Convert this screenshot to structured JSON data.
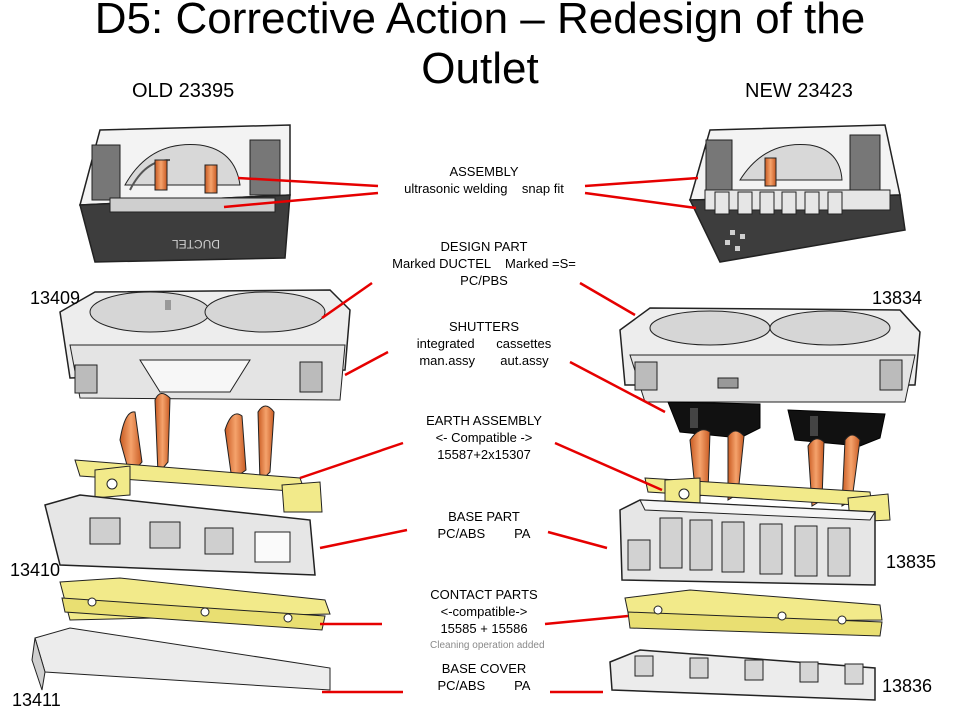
{
  "title": "D5: Corrective Action – Redesign of the\nOutlet",
  "old_label": "OLD 23395",
  "new_label": "NEW 23423",
  "part_numbers": {
    "old_top": "13409",
    "old_mid": "13410",
    "old_bottom": "13411",
    "new_top": "13834",
    "new_mid": "13835",
    "new_bottom": "13836"
  },
  "labels": {
    "assembly": {
      "heading": "ASSEMBLY",
      "line1": "ultrasonic welding    snap fit"
    },
    "design_part": {
      "heading": "DESIGN PART",
      "line1": "Marked DUCTEL    Marked =S=",
      "line2": "PC/PBS"
    },
    "shutters": {
      "heading": "SHUTTERS",
      "line1": "integrated      cassettes",
      "line2": "man.assy       aut.assy"
    },
    "earth_assembly": {
      "heading": "EARTH ASSEMBLY",
      "line1": "<- Compatible ->",
      "line2": "15587+2x15307"
    },
    "base_part": {
      "heading": "BASE PART",
      "line1": "PC/ABS        PA"
    },
    "contact_parts": {
      "heading": "CONTACT PARTS",
      "line1": "<-compatible->",
      "line2": "15585 + 15586"
    },
    "base_cover": {
      "heading": "BASE COVER",
      "line1": "PC/ABS        PA"
    }
  },
  "cleaning_note": "Cleaning  operation added",
  "embossed_text": "DUCTEL",
  "colors": {
    "leader": "#e60000",
    "copper": "#e8864a",
    "brass": "#f2ea8a",
    "housing": "#e9e9e9",
    "dark": "#333333",
    "shutter": "#111111"
  }
}
